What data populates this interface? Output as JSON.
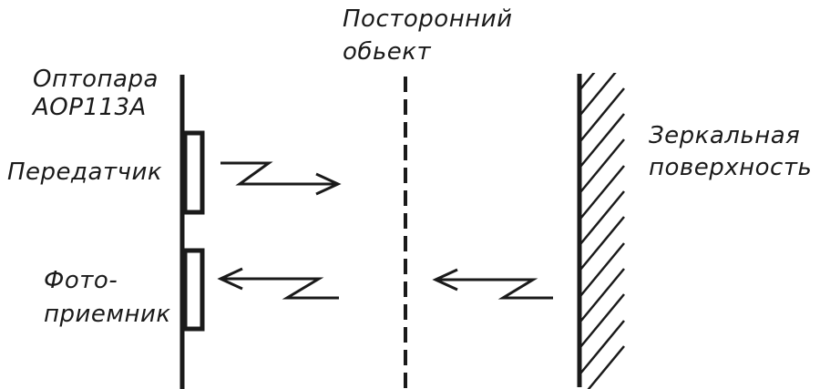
{
  "theme": {
    "background": "#ffffff",
    "ink": "#1a1a1a"
  },
  "diagram": {
    "title": {
      "line1": "Посторонний",
      "line2": "обьект"
    },
    "optocoupler": {
      "line1": "Оптопара",
      "line2": "АОР113А"
    },
    "transmitter_label": "Передатчик",
    "photoreceiver": {
      "line1": "Фото-",
      "line2": "приемник"
    },
    "mirror_surface": {
      "line1": "Зеркальная",
      "line2": "поверхность"
    }
  }
}
